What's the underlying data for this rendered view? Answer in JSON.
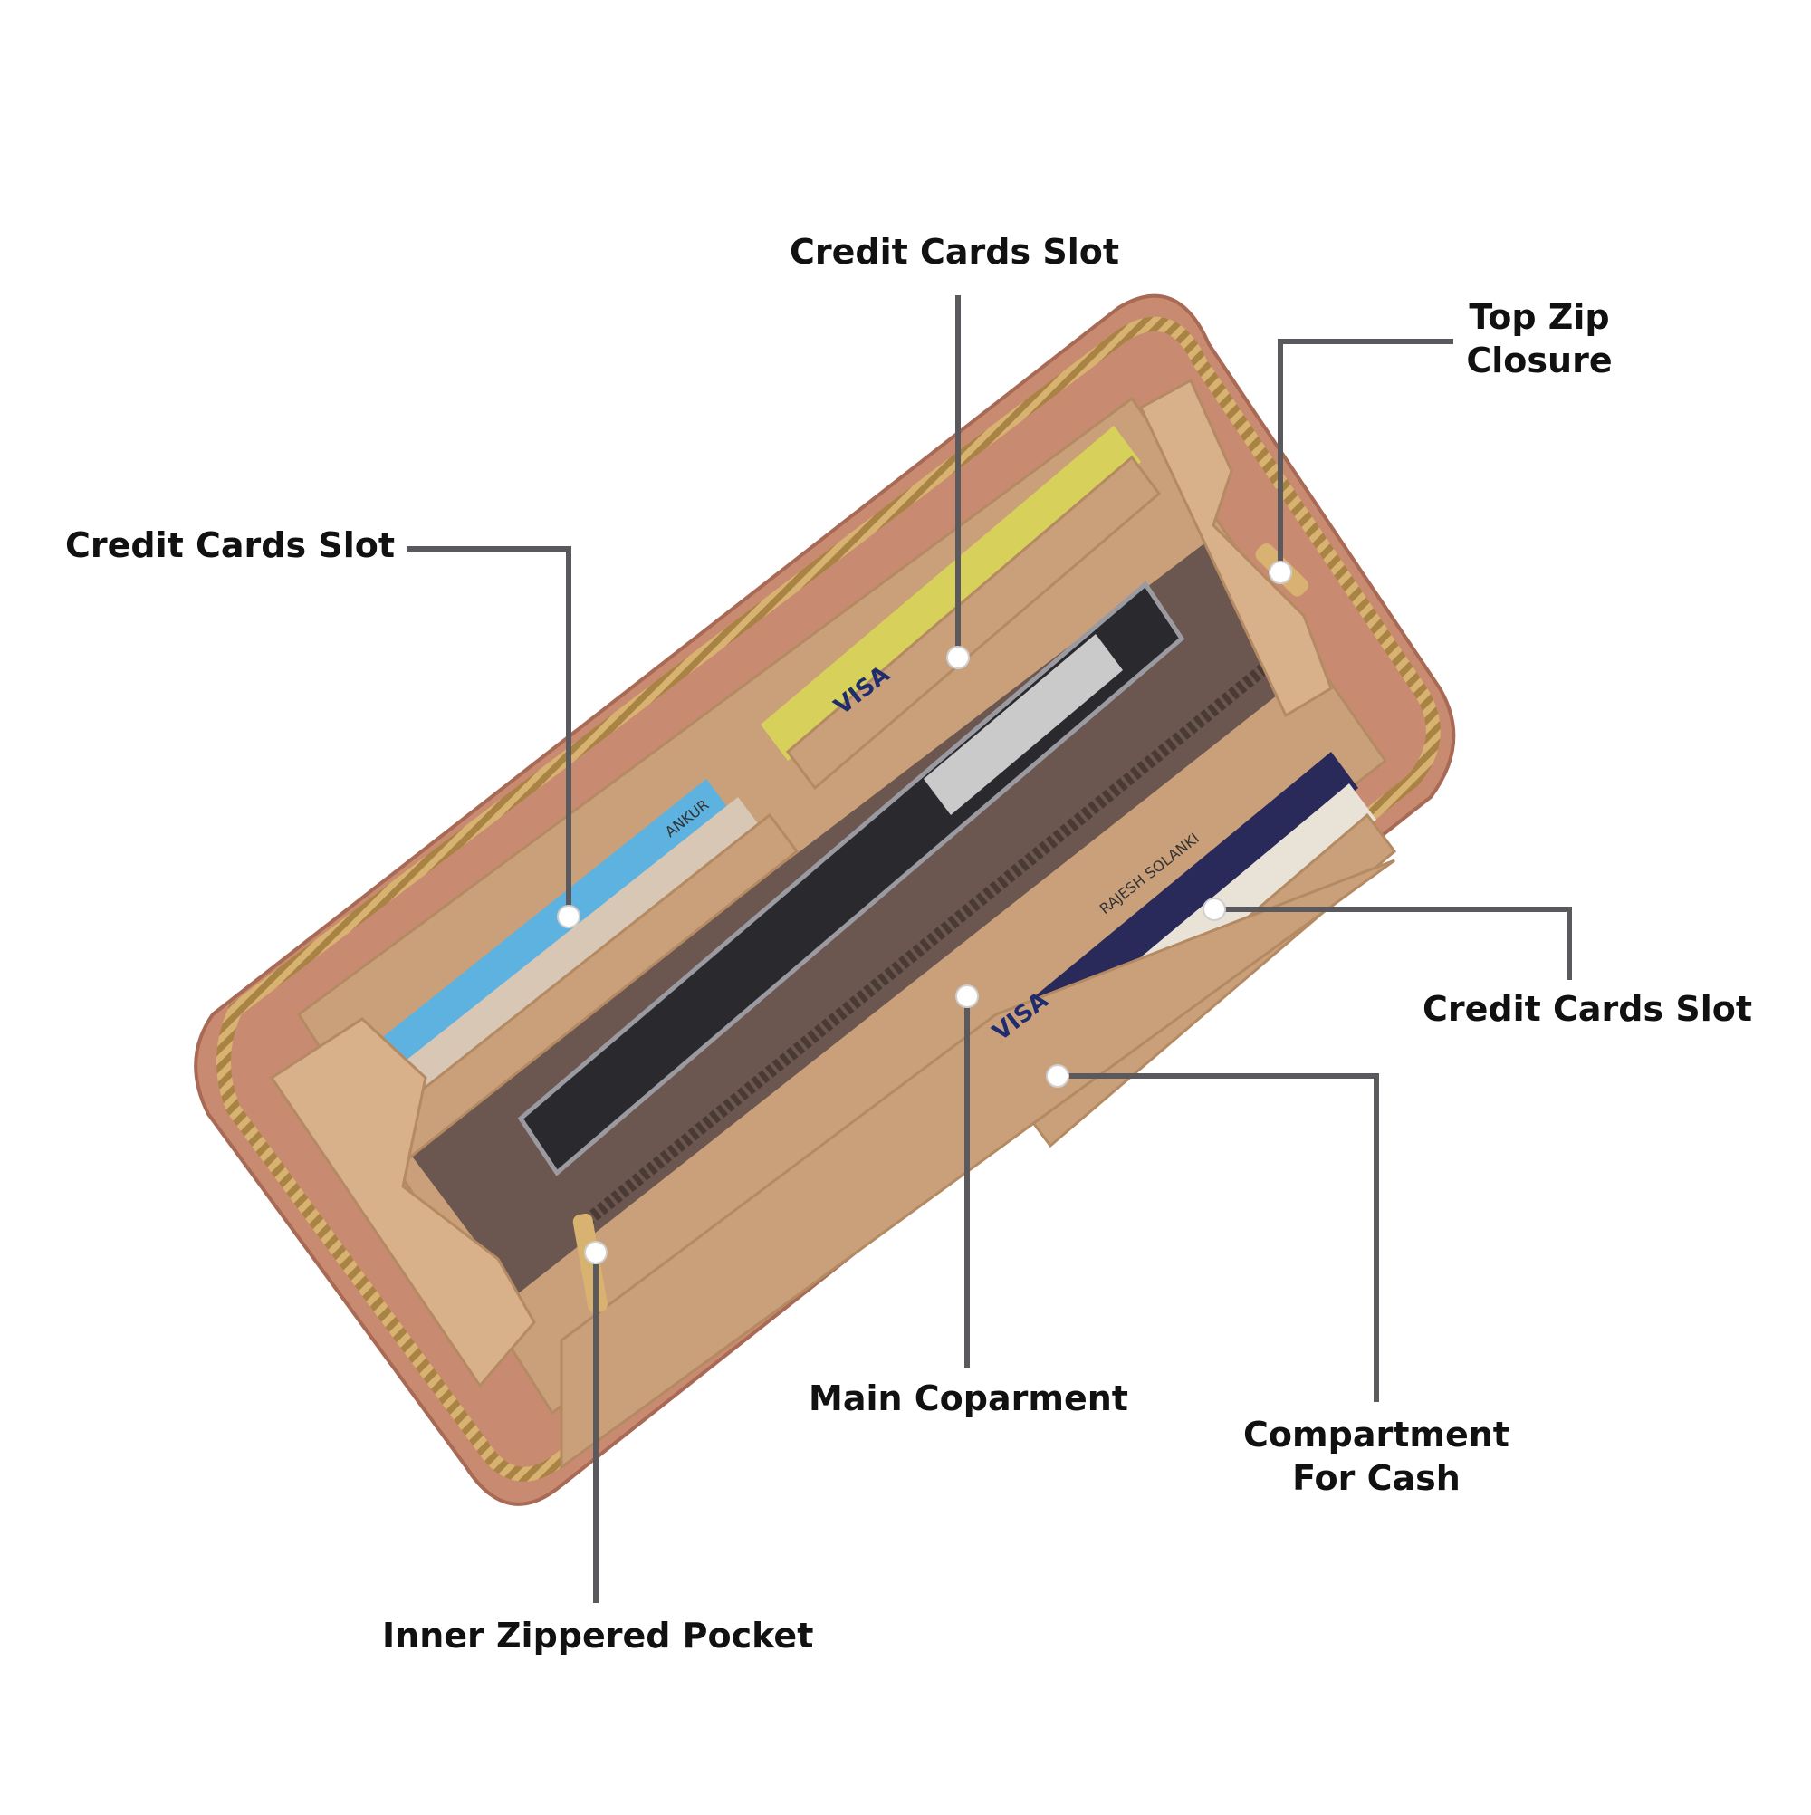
{
  "labels": {
    "credit_top": "Credit Cards Slot",
    "credit_left": "Credit Cards Slot",
    "top_zip": [
      "Top Zip",
      "Closure"
    ],
    "credit_right": "Credit Cards Slot",
    "main": "Main Coparment",
    "cash": [
      "Compartment",
      "For Cash"
    ],
    "inner": "Inner Zippered Pocket"
  },
  "colors": {
    "leader_line": "#5a5a5e",
    "marker": "#ffffff",
    "leather_outer": "#c98a72",
    "leather_inner": "#c9a07a",
    "lining_dark": "#6b5650",
    "zipper": "#c9a05a",
    "label_text": "#111111"
  },
  "visible_card_text": {
    "card_brand": "VISA",
    "name_1": "ANKUR",
    "name_2": "RAJESH SOLANKI"
  }
}
